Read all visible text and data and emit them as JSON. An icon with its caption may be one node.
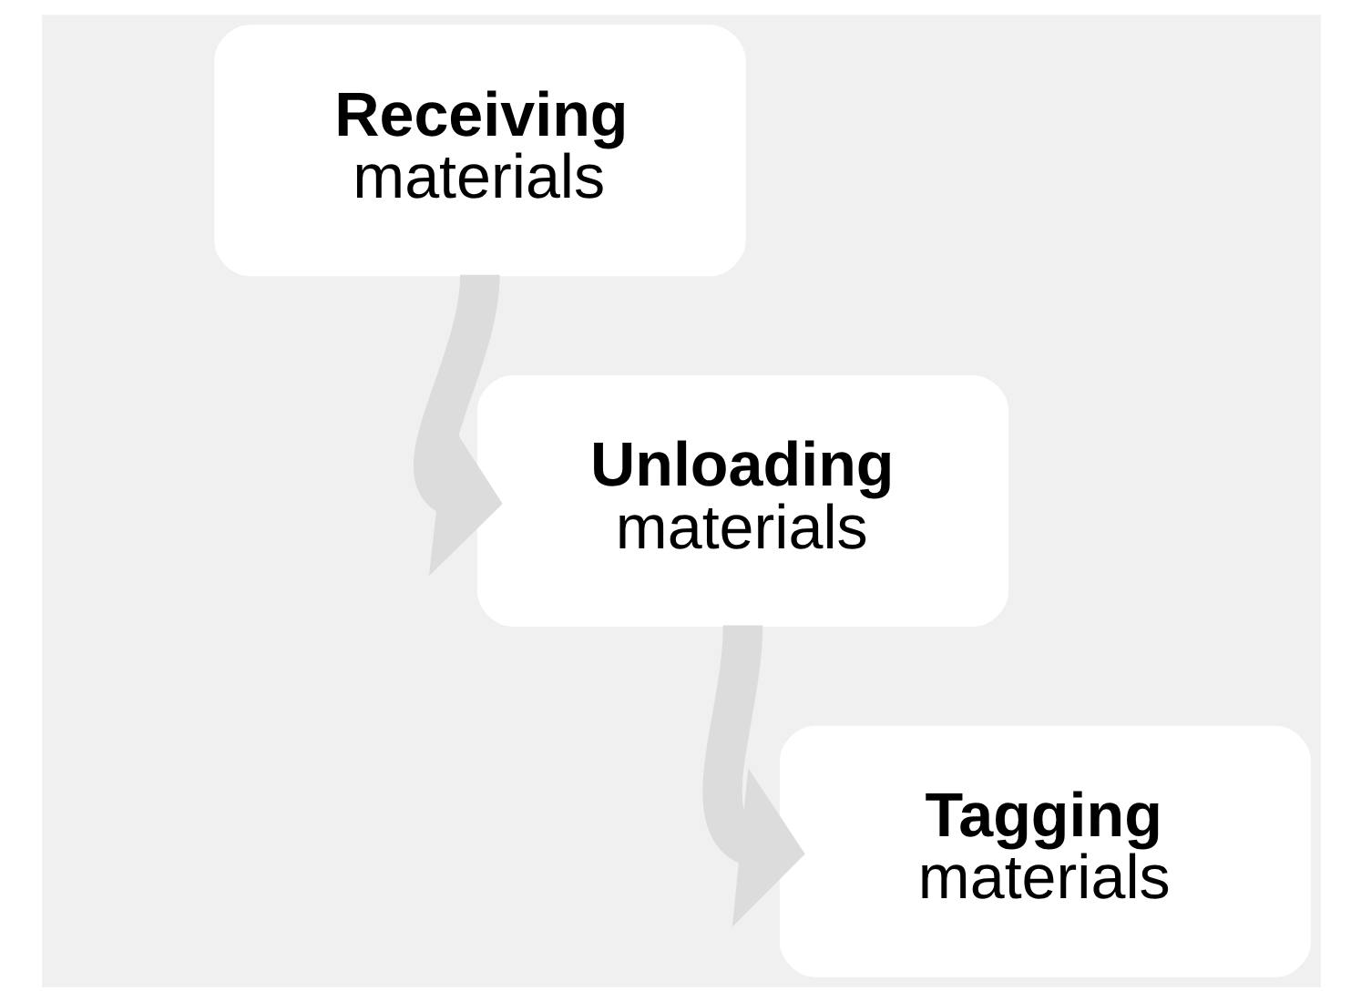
{
  "diagram": {
    "nodes": [
      {
        "text": [
          "Receiving",
          "materials"
        ]
      },
      {
        "text": [
          "Unloading",
          "materials"
        ]
      },
      {
        "text": [
          "Tagging",
          "materials"
        ]
      }
    ],
    "edges": [
      {
        "from": 0,
        "to": 1,
        "arrow": "to"
      },
      {
        "from": 1,
        "to": 2,
        "arrow": "to"
      }
    ]
  }
}
